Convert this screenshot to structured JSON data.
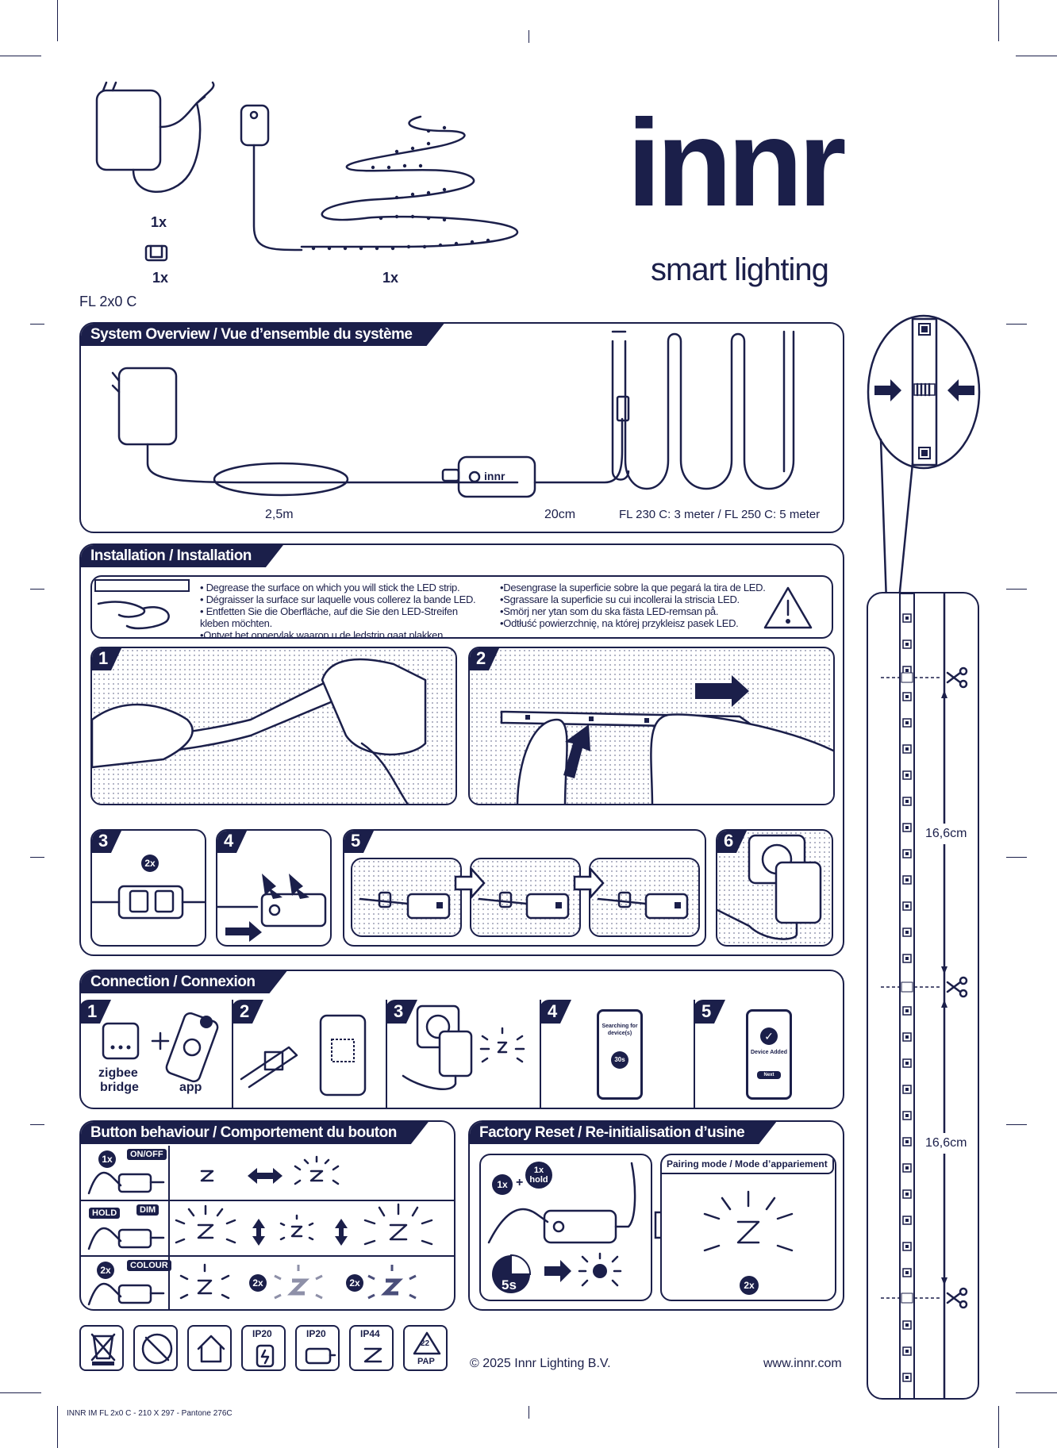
{
  "brand": {
    "logo_text": "innr",
    "tagline": "smart lighting"
  },
  "contents": {
    "qty_adapter": "1x",
    "qty_clip": "1x",
    "qty_strip": "1x",
    "model": "FL 2x0 C"
  },
  "system_overview": {
    "title": "System Overview / Vue d’ensemble du système",
    "cable_length": "2,5m",
    "strip_lead": "20cm",
    "strip_variants": "FL 230 C: 3 meter / FL 250 C: 5 meter",
    "controller_logo": "innr"
  },
  "installation": {
    "title": "Installation / Installation",
    "bullets_left": [
      "• Degrease the surface on which you will stick the LED strip.",
      "• Dégraisser la surface sur laquelle vous collerez la bande LED.",
      "• Entfetten Sie die Oberfläche, auf die Sie den LED-Streifen",
      "   kleben möchten.",
      "•Ontvet het oppervlak waarop u de ledstrip gaat plakken."
    ],
    "bullets_right": [
      "•Desengrase la superficie sobre la que pegará la tira de LED.",
      "•Sgrassare la superficie su cui incollerai la striscia LED.",
      "•Smörj ner ytan som du ska fästa LED-remsan på.",
      "•Odtłuść powierzchnię, na której przykleisz pasek LED."
    ],
    "steps": [
      "1",
      "2",
      "3",
      "4",
      "5",
      "6"
    ],
    "step3_badge": "2x"
  },
  "connection": {
    "title": "Connection / Connexion",
    "steps": [
      "1",
      "2",
      "3",
      "4",
      "5"
    ],
    "bridge_label": "zigbee\nbridge",
    "bridge_label_1": "zigbee",
    "bridge_label_2": "bridge",
    "app_label": "app",
    "searching_text": "Searching for device(s)",
    "timer": "30s",
    "device_added": "Device Added",
    "next_button": "Next"
  },
  "button_behaviour": {
    "title": "Button behaviour / Comportement du bouton",
    "rows": [
      {
        "press": "1x",
        "action": "ON/OFF"
      },
      {
        "press": "HOLD",
        "action": "DIM"
      },
      {
        "press": "2x",
        "action": "COLOUR"
      }
    ],
    "repeat_badge": "2x"
  },
  "factory_reset": {
    "title": "Factory Reset / Re-initialisation d’usine",
    "press_1": "1x",
    "press_2a": "1x",
    "press_2b": "hold",
    "seconds": "5s",
    "pairing_title": "Pairing mode / Mode d’appariement",
    "pairing_badge": "2x"
  },
  "cut_marks": {
    "top": "16,6cm",
    "bottom": "16,6cm"
  },
  "certifications": [
    "IP20",
    "IP20",
    "IP44",
    "22",
    "PAP"
  ],
  "footer": {
    "copyright": "© 2025 Innr Lighting B.V.",
    "website": "www.innr.com",
    "print_info": "INNR IM FL 2x0 C - 210 X 297 - Pantone 276C"
  },
  "colors": {
    "primary": "#1b1f4a",
    "background": "#ffffff",
    "dots": "#9a9cb3"
  }
}
